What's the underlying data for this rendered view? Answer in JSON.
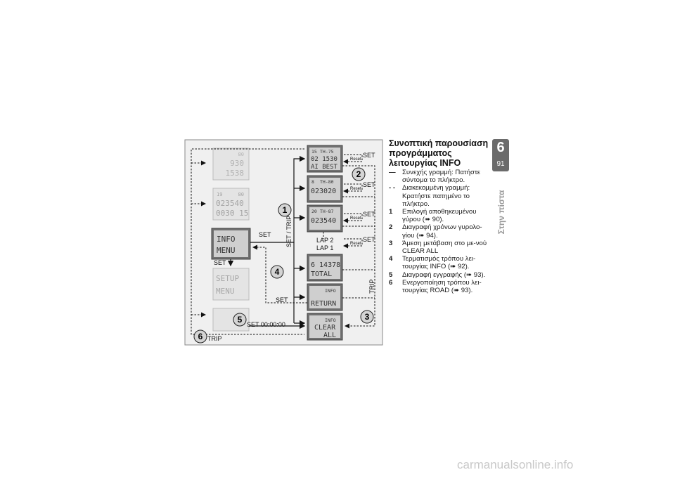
{
  "page": {
    "chapter": "6",
    "number": "91",
    "section": "Στην πίστα"
  },
  "heading": "Συνοπτική παρουσίαση προγράμματος λειτουργίας INFO",
  "legend": [
    {
      "key": "—",
      "text": "Συνεχής γραμμή: Πατήστε σύντομα το πλήκτρο."
    },
    {
      "key": "- -",
      "text": "Διακεκομμένη γραμμή: Κρατήστε πατημένο το πλήκτρο."
    },
    {
      "key": "1",
      "text": "Επιλογή αποθηκευμένου γύρου (➠ 90)."
    },
    {
      "key": "2",
      "text": "Διαγραφή χρόνων γυρολο-γίου (➠ 94)."
    },
    {
      "key": "3",
      "text": "Άμεση μετάβαση στο με-νού CLEAR ALL"
    },
    {
      "key": "4",
      "text": "Τερματισμός τρόπου λει-τουργίας INFO (➠ 92)."
    },
    {
      "key": "5",
      "text": "Διαγραφή εγγραφής (➠ 93)."
    },
    {
      "key": "6",
      "text": "Ενεργοποίηση τρόπου λει-τουργίας ROAD (➠ 93)."
    }
  ],
  "diagram": {
    "left_displays": [
      {
        "top_right": "80",
        "line1": "930",
        "line2": "1538"
      },
      {
        "top_left": "19",
        "top_right": "80",
        "line1": "023540",
        "line2": "0030 15"
      },
      {
        "line1": "INFO",
        "line2": "MENU"
      },
      {
        "line1": "SETUP",
        "line2": "MENU"
      },
      {
        "line1": "",
        "line2": ""
      }
    ],
    "right_displays": [
      {
        "top_left": "15",
        "top_mid": "TH-75",
        "line1": "02 1530",
        "line2": "AI BEST"
      },
      {
        "top_left": "8",
        "top_mid": "TH-80",
        "line1": "023020",
        "line2": ""
      },
      {
        "top_left": "20",
        "top_mid": "TH-87",
        "line1": "023540",
        "line2": ""
      },
      {
        "line1": "6 14378",
        "line2": "TOTAL"
      },
      {
        "top_mid": "INFO",
        "line1": "RETURN",
        "line2": ""
      },
      {
        "top_mid": "INFO",
        "line1": "CLEAR",
        "line2": "ALL"
      }
    ],
    "labels": {
      "set_info": "SET",
      "set_trip": "SET / TRIP",
      "set_down": "SET",
      "set_return": "SET",
      "set_clear": "SET 00:00:00",
      "trip_bottom": "TRIP",
      "trip_right": "TRIP",
      "laps": "LAP 2\nLAP 1",
      "reset": "Reset",
      "set_reset": "SET"
    },
    "markers": [
      "1",
      "2",
      "3",
      "4",
      "5",
      "6"
    ]
  },
  "watermark": "carmanualsonline.info"
}
